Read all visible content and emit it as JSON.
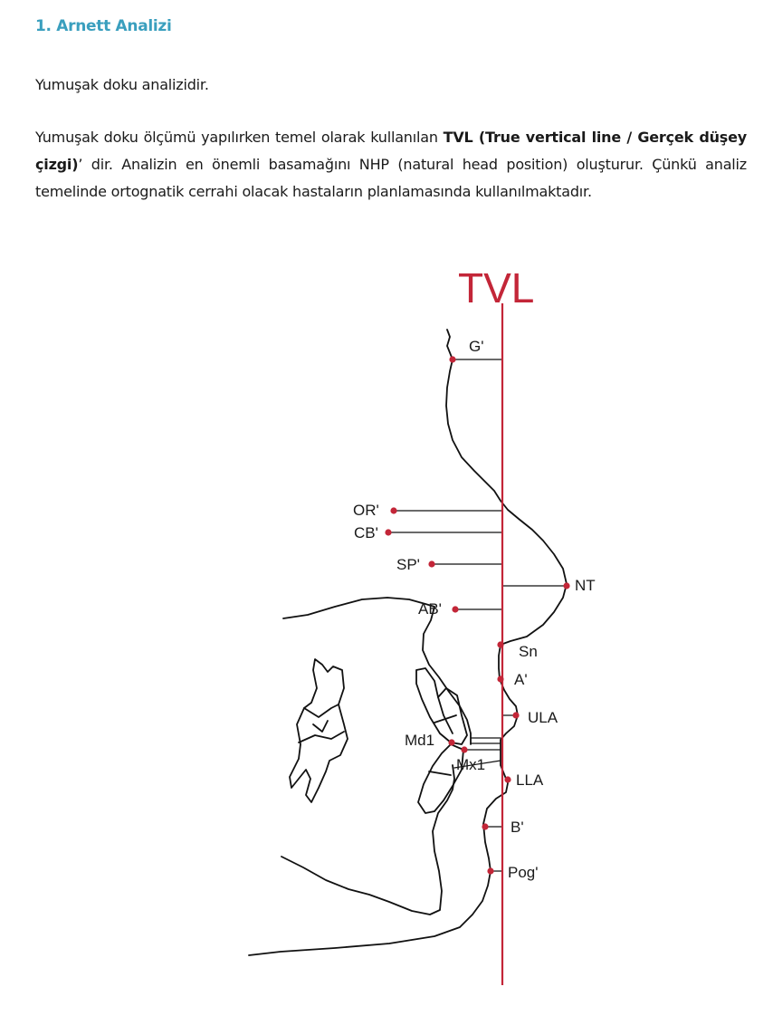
{
  "heading": "1. Arnett Analizi",
  "paragraph1": "Yumuşak doku analizidir.",
  "paragraph2": {
    "before": "Yumuşak doku ölçümü yapılırken temel olarak kullanılan ",
    "bold": "TVL (True vertical line / Gerçek düşey çizgi)",
    "after": "’ dir. Analizin en önemli basamağını NHP (natural head position) oluşturur. Çünkü analiz temelinde ortognatik cerrahi olacak hastaların planlamasında kullanılmaktadır."
  },
  "figure": {
    "title": "TVL",
    "line_color": "#c32638",
    "points": {
      "g": "G'",
      "or": "OR'",
      "cb": "CB'",
      "sp": "SP'",
      "nt": "NT",
      "ab": "AB'",
      "sn": "Sn",
      "a": "A'",
      "ula": "ULA",
      "md1": "Md1",
      "mx1": "Mx1",
      "lla": "LLA",
      "b": "B'",
      "pog": "Pog'"
    }
  }
}
